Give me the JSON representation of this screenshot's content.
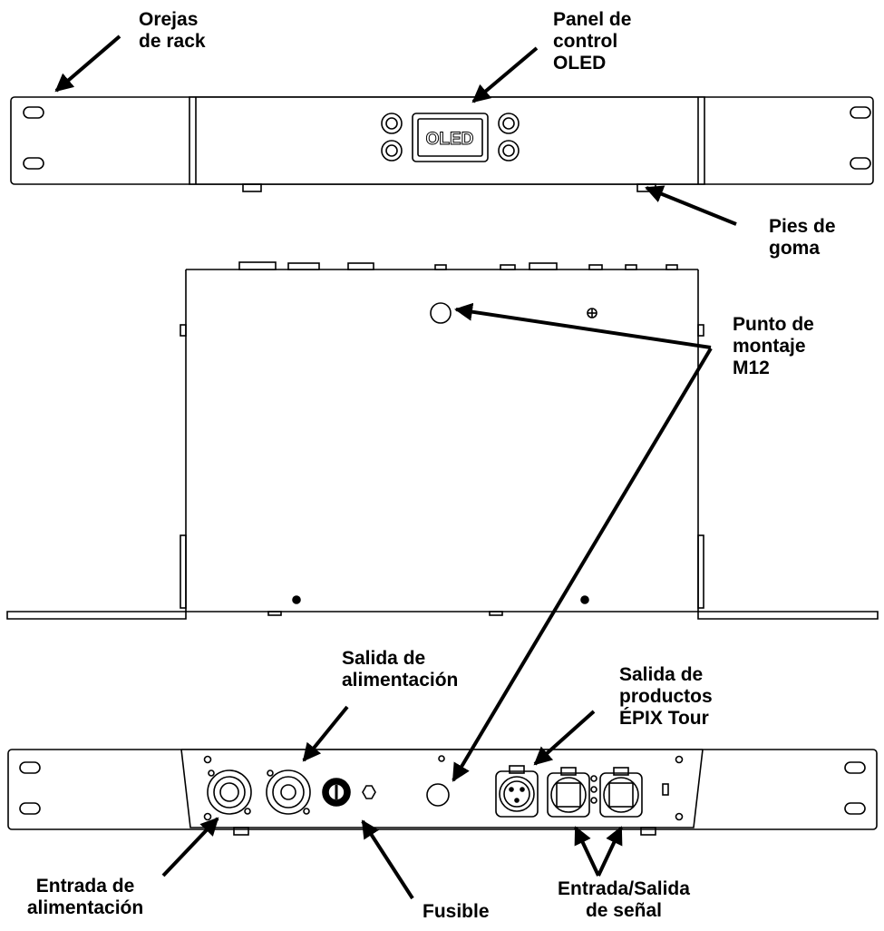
{
  "screen_text": {
    "oled": "OLED"
  },
  "labels": {
    "rack_ears": [
      "Orejas",
      "de rack"
    ],
    "oled_panel": [
      "Panel de",
      "control",
      "OLED"
    ],
    "rubber_feet": [
      "Pies de",
      "goma"
    ],
    "mount_point": [
      "Punto de",
      "montaje",
      "M12"
    ],
    "power_out": [
      "Salida de",
      "alimentación"
    ],
    "epix_out": [
      "Salida de",
      "productos",
      "ÉPIX Tour"
    ],
    "power_in": [
      "Entrada de",
      "alimentación"
    ],
    "fuse": [
      "Fusible"
    ],
    "signal_io": [
      "Entrada/Salida",
      "de señal"
    ]
  }
}
